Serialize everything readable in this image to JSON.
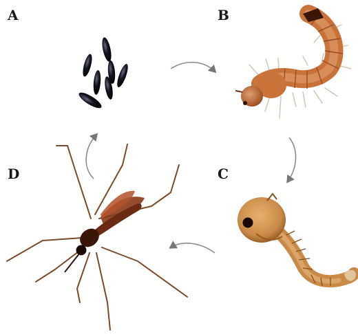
{
  "panels": {
    "a": {
      "label": "A"
    },
    "b": {
      "label": "B"
    },
    "c": {
      "label": "C"
    },
    "d": {
      "label": "D"
    }
  },
  "colors": {
    "background": "#ffffff",
    "egg": "#141420",
    "larva": "#c8733a",
    "pupa": "#c98a48",
    "adult": "#6b2a12",
    "arrow": "#8a8a8a"
  }
}
